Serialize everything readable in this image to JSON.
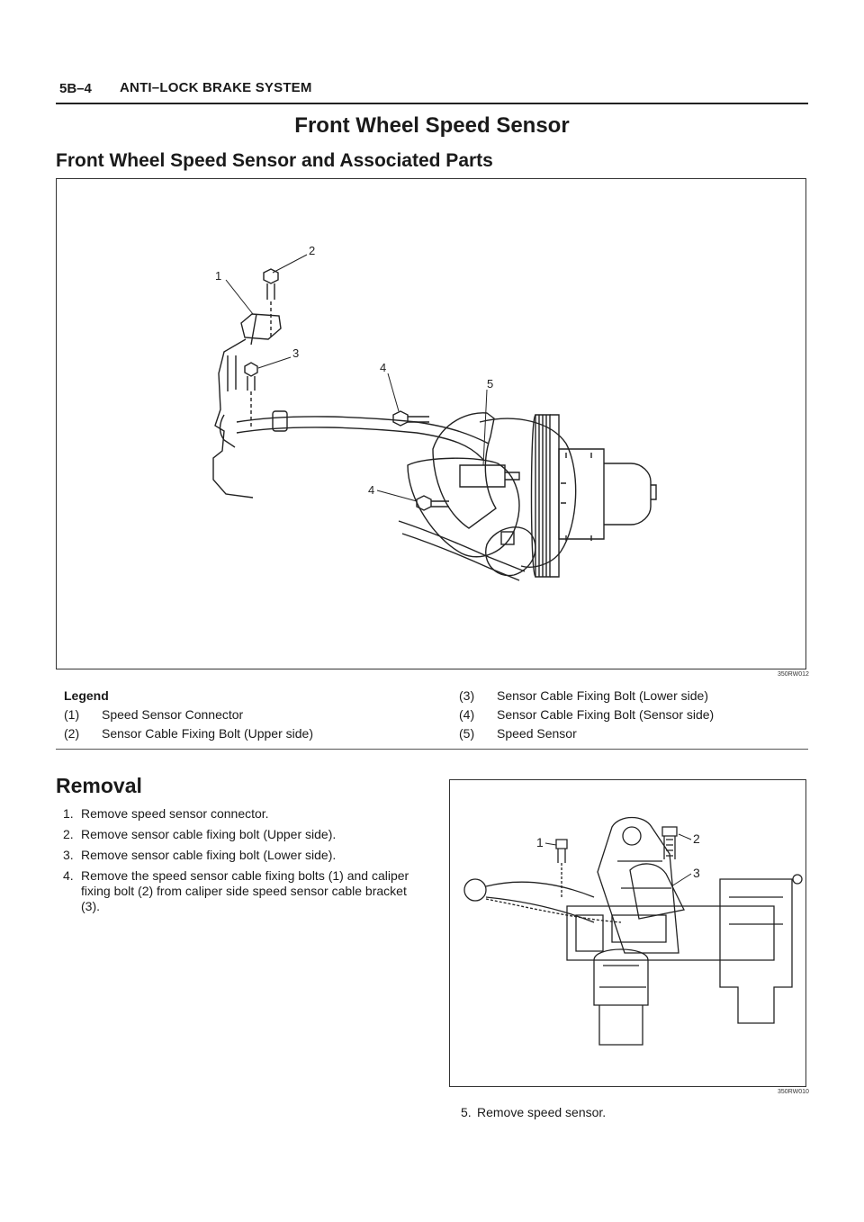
{
  "header": {
    "page_number": "5B–4",
    "section_title": "ANTI–LOCK BRAKE SYSTEM"
  },
  "title": "Front Wheel Speed Sensor",
  "subtitle": "Front Wheel Speed Sensor and Associated Parts",
  "figure1": {
    "code": "350RW012",
    "callouts": [
      "1",
      "2",
      "3",
      "4",
      "5",
      "4"
    ]
  },
  "legend": {
    "title": "Legend",
    "items": [
      {
        "num": "(1)",
        "label": "Speed Sensor Connector"
      },
      {
        "num": "(2)",
        "label": "Sensor Cable Fixing Bolt (Upper side)"
      },
      {
        "num": "(3)",
        "label": "Sensor Cable Fixing Bolt (Lower side)"
      },
      {
        "num": "(4)",
        "label": "Sensor Cable Fixing Bolt (Sensor side)"
      },
      {
        "num": "(5)",
        "label": "Speed Sensor"
      }
    ]
  },
  "removal": {
    "heading": "Removal",
    "steps": [
      {
        "num": "1.",
        "text": "Remove speed sensor connector."
      },
      {
        "num": "2.",
        "text": "Remove sensor cable fixing bolt (Upper side)."
      },
      {
        "num": "3.",
        "text": "Remove sensor cable fixing bolt (Lower side)."
      },
      {
        "num": "4.",
        "text": "Remove the speed sensor cable fixing bolts (1) and caliper fixing bolt (2) from caliper side speed sensor cable bracket (3)."
      }
    ],
    "step5": {
      "num": "5.",
      "text": "Remove speed sensor."
    }
  },
  "figure2": {
    "code": "350RW010",
    "callouts": [
      "1",
      "2",
      "3"
    ]
  }
}
